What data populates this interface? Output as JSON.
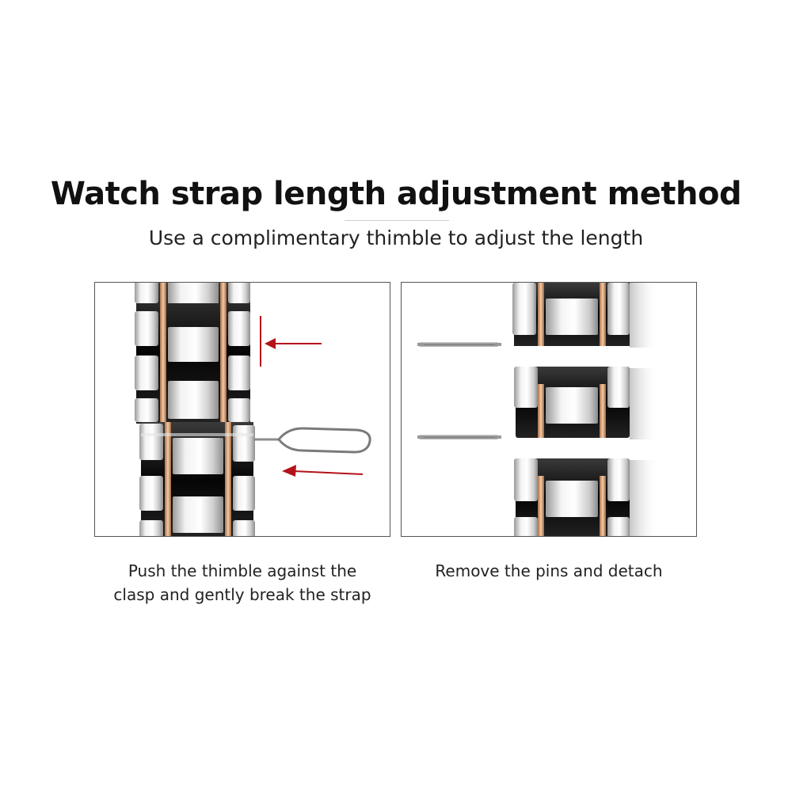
{
  "title": "Watch strap length adjustment method",
  "subtitle": "Use a complimentary thimble to adjust the length",
  "steps": [
    {
      "caption_line1": "Push the thimble against the",
      "caption_line2": "clasp and gently break the strap"
    },
    {
      "caption_line1": "Remove the pins and detach"
    }
  ],
  "colors": {
    "arrow": "#b3131b",
    "rose_gold": "#d8a277",
    "ceramic_black": "#111111",
    "steel": "#d9d9d9",
    "panel_border": "#555555"
  },
  "icons": [
    "link-bracelet",
    "thimble-tool",
    "arrow-left-icon",
    "spring-bar-pin"
  ]
}
